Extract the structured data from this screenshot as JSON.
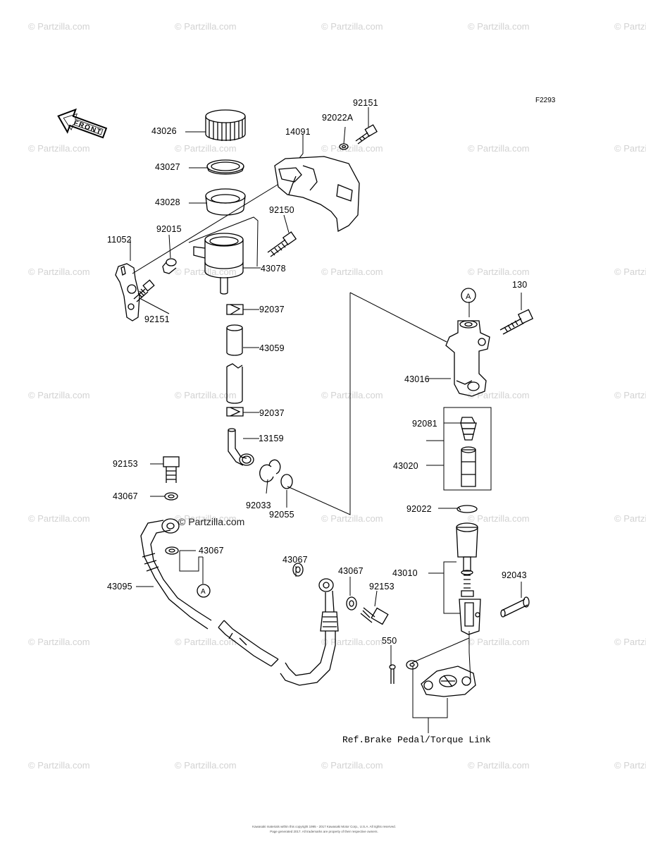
{
  "diagram_code": "F2293",
  "front_label": "FRONT",
  "watermark_text": "© Partzilla.com",
  "center_watermark": "© Partzilla.com",
  "circle_marker": "A",
  "reference_note": "Ref.Brake Pedal/Torque Link",
  "copyright_line1": "Kawasaki materials within this copyright 1995 - 2017 Kawasaki Motor Corp., U.S.A. All rights reserved.",
  "copyright_line2": "Page generated 2017. All trademarks are property of their respective owners.",
  "part_labels": [
    "43026",
    "43027",
    "43028",
    "11052",
    "92015",
    "92151",
    "14091",
    "92022A",
    "92151",
    "92150",
    "43078",
    "92037",
    "43059",
    "92037",
    "13159",
    "92153",
    "43067",
    "43067",
    "43095",
    "92033",
    "92055",
    "43067",
    "43067",
    "92153",
    "550",
    "130",
    "43016",
    "92081",
    "43020",
    "92022",
    "43010",
    "92043"
  ]
}
